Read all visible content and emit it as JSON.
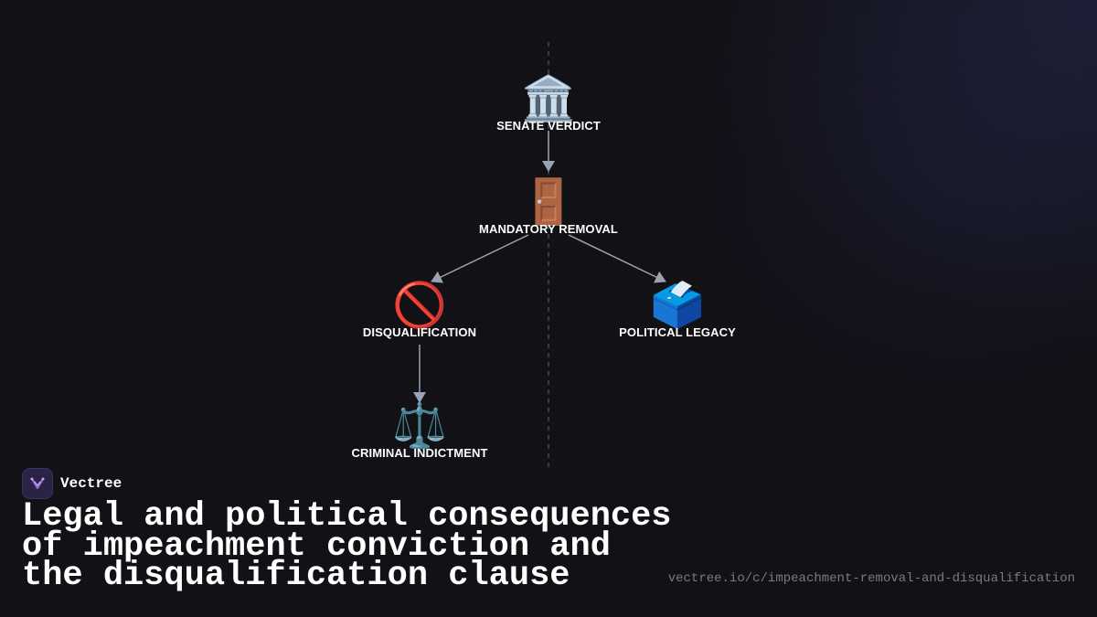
{
  "diagram": {
    "nodes": [
      {
        "id": "senate",
        "icon": "classical-building-icon",
        "glyph": "🏛️",
        "label": "SENATE VERDICT"
      },
      {
        "id": "removal",
        "icon": "door-icon",
        "glyph": "🚪",
        "label": "MANDATORY REMOVAL"
      },
      {
        "id": "disq",
        "icon": "prohibited-icon",
        "glyph": "🚫",
        "label": "DISQUALIFICATION"
      },
      {
        "id": "legacy",
        "icon": "ballot-box-icon",
        "glyph": "🗳️",
        "label": "POLITICAL LEGACY"
      },
      {
        "id": "criminal",
        "icon": "balance-scale-icon",
        "glyph": "⚖️",
        "label": "CRIMINAL INDICTMENT"
      }
    ],
    "edges": [
      {
        "from": "senate",
        "to": "removal"
      },
      {
        "from": "removal",
        "to": "disq"
      },
      {
        "from": "removal",
        "to": "legacy"
      },
      {
        "from": "disq",
        "to": "criminal"
      }
    ]
  },
  "brand": {
    "name": "Vectree",
    "icon": "vectree-logo-icon"
  },
  "title": "Legal and political consequences of impeachment conviction and the disqualification clause",
  "url": "vectree.io/c/impeachment-removal-and-disqualification",
  "colors": {
    "background": "#111116",
    "edge": "#9aa3b5",
    "guide": "#3a4a66",
    "text": "#ffffff",
    "muted": "#7a7a85",
    "logo_bg": "#2a2346",
    "logo_accent": "#a070e0"
  }
}
